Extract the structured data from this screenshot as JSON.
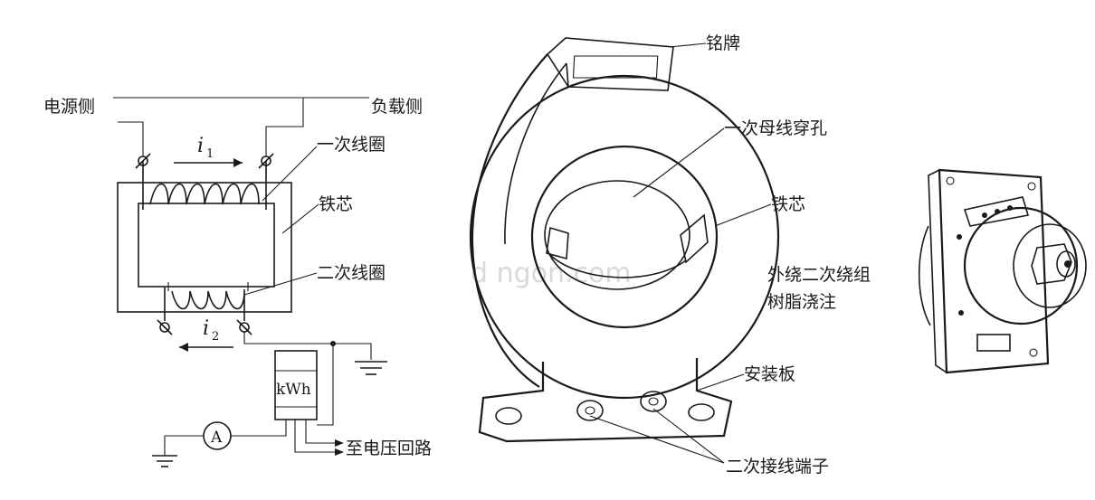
{
  "schematic": {
    "source_side": "电源侧",
    "load_side": "负载侧",
    "primary_current": "i",
    "primary_current_sub": "1",
    "secondary_current": "i",
    "secondary_current_sub": "2",
    "primary_coil": "一次线圈",
    "core": "铁芯",
    "secondary_coil": "二次线圈",
    "meter_label": "kWh",
    "ammeter_label": "A",
    "voltage_circuit": "至电压回路"
  },
  "device": {
    "nameplate": "铭牌",
    "busbar_hole": "一次母线穿孔",
    "core": "铁芯",
    "winding_line1": "外绕二次绕组",
    "winding_line2": "树脂浇注",
    "mounting_plate": "安装板",
    "secondary_terminals": "二次接线端子"
  },
  "watermark": "d   ngon.com"
}
